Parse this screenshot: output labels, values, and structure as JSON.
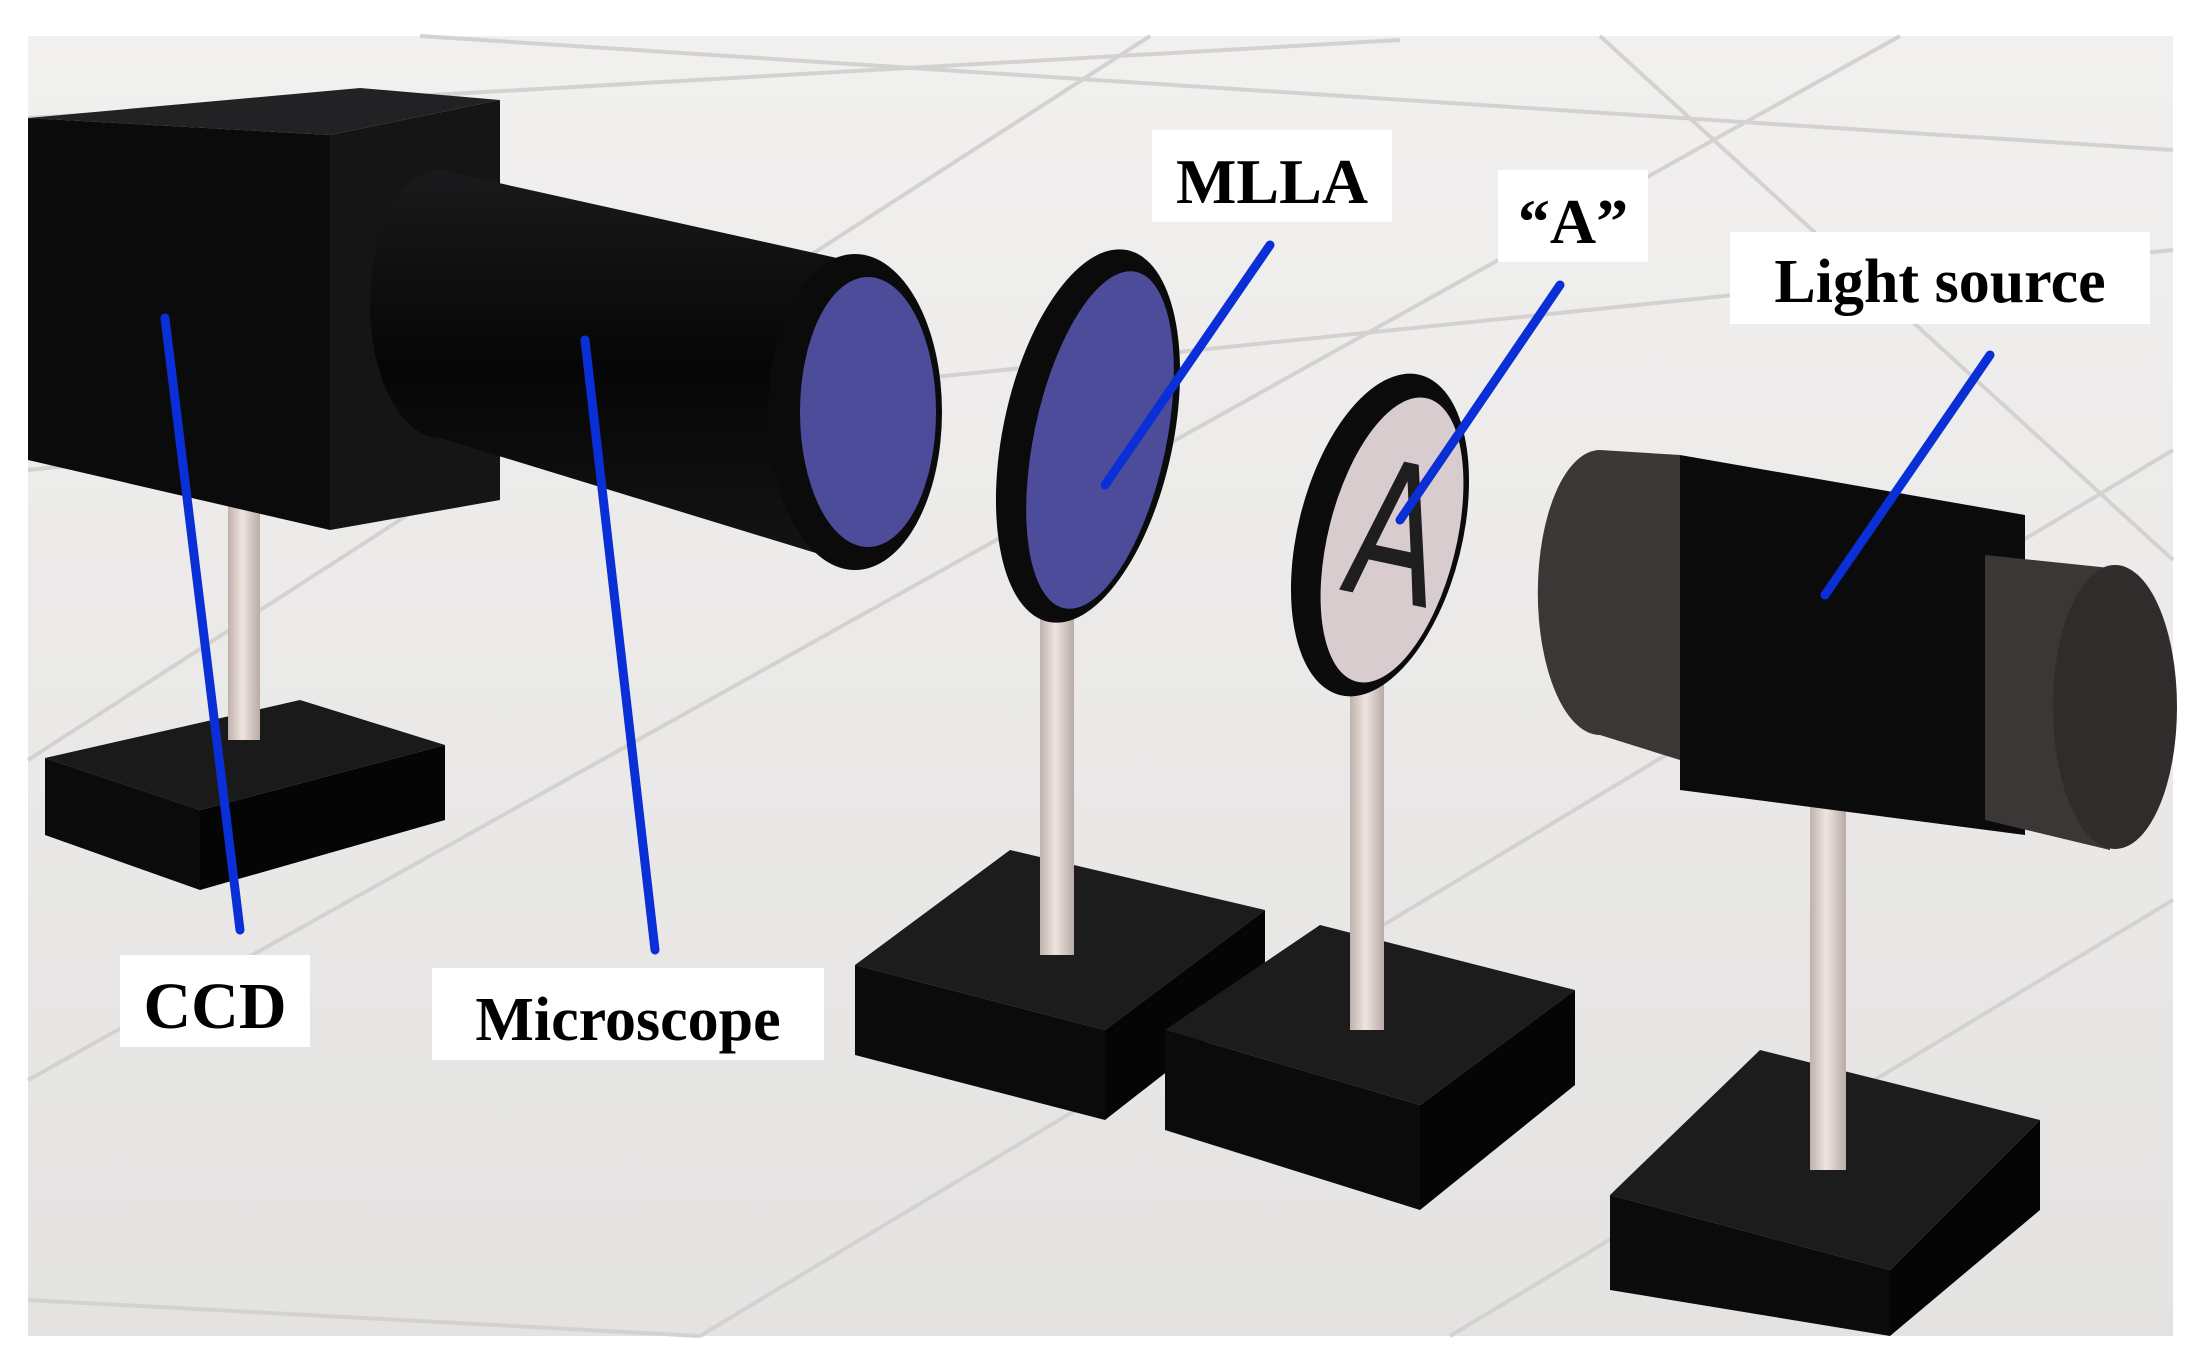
{
  "labels": {
    "ccd": "CCD",
    "microscope": "Microscope",
    "mlla": "MLLA",
    "target": "“A”",
    "light_source": "Light source"
  },
  "target_glyph": "A",
  "colors": {
    "background": "#ffffff",
    "floor": "#e9e8e7",
    "floor_grid": "#d2d1d0",
    "component_black": "#0b0b0c",
    "lens_blue": "#4d4c9a",
    "target_disc": "#d8cccf",
    "post": "#ddd0cc",
    "light_end_cap": "#3a3736",
    "leader_line": "#0a2fd6",
    "label_box": "#ffffff"
  }
}
